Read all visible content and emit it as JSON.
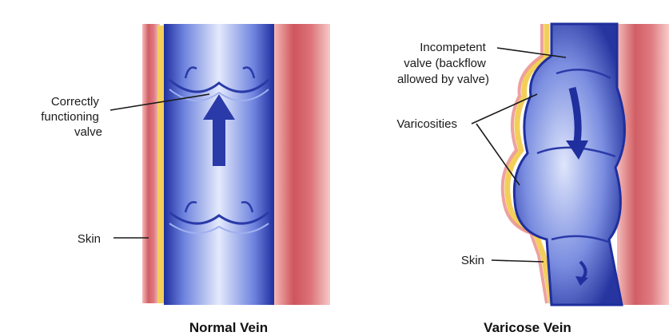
{
  "normal_vein": {
    "title": "Normal Vein",
    "labels": {
      "valve_line1": "Correctly",
      "valve_line2": "functioning",
      "valve_line3": "valve",
      "skin": "Skin"
    }
  },
  "varicose_vein": {
    "title": "Varicose Vein",
    "labels": {
      "incompetent_line1": "Incompetent",
      "incompetent_line2": "valve (backflow",
      "incompetent_line3": "allowed by valve)",
      "varicosities": "Varicosities",
      "skin": "Skin"
    }
  },
  "colors": {
    "muscle": "#c9424a",
    "muscle_light": "#e88a8a",
    "skin_yellow": "#f3cf5a",
    "vein_dark": "#1f2f9e",
    "vein_mid": "#5a6fd6",
    "vein_light": "#dfe6fb"
  }
}
